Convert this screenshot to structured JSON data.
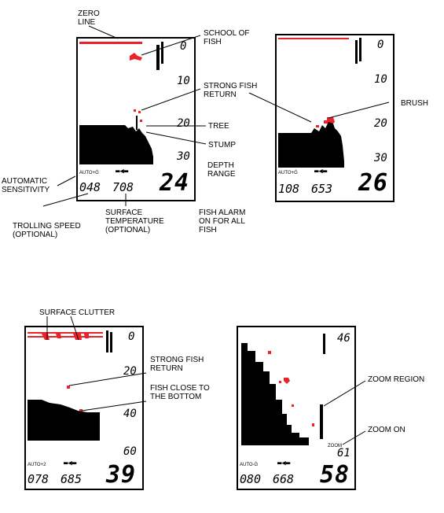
{
  "screen1": {
    "auto_label": "AUTO+Ġ",
    "sensitivity": "048",
    "temperature": "708",
    "depth": "24",
    "scale": [
      "0",
      "10",
      "20",
      "30"
    ]
  },
  "screen2": {
    "auto_label": "AUTO+Ġ",
    "sensitivity": "108",
    "temperature": "653",
    "depth": "26",
    "scale": [
      "0",
      "10",
      "20",
      "30"
    ]
  },
  "screen3": {
    "auto_label": "AUTO+2",
    "sensitivity": "078",
    "temperature": "685",
    "depth": "39",
    "scale": [
      "0",
      "20",
      "40",
      "60"
    ]
  },
  "screen4": {
    "auto_label": "AUTO-Ġ",
    "sensitivity": "080",
    "temperature": "668",
    "depth": "58",
    "zoom_label": "ZOOM",
    "scale_top": "46",
    "scale_bottom": "61"
  },
  "labels": {
    "zero_line": "ZERO\nLINE",
    "school_of_fish": "SCHOOL OF\nFISH",
    "strong_fish_return_1": "STRONG FISH\nRETURN",
    "tree": "TREE",
    "stump": "STUMP",
    "depth_range": "DEPTH\nRANGE",
    "automatic_sensitivity": "AUTOMATIC\nSENSITIVITY",
    "trolling_speed": "TROLLING SPEED\n(OPTIONAL)",
    "surface_temperature": "SURFACE\nTEMPERATURE\n(OPTIONAL)",
    "fish_alarm": "FISH ALARM\nON FOR ALL\nFISH",
    "brush": "BRUSH",
    "surface_clutter": "SURFACE CLUTTER",
    "strong_fish_return_2": "STRONG FISH\nRETURN",
    "fish_close_to_bottom": "FISH CLOSE TO\nTHE BOTTOM",
    "zoom_region": "ZOOM REGION",
    "zoom_on": "ZOOM ON"
  },
  "colors": {
    "accent": "#e8232a",
    "ink": "#000000"
  }
}
